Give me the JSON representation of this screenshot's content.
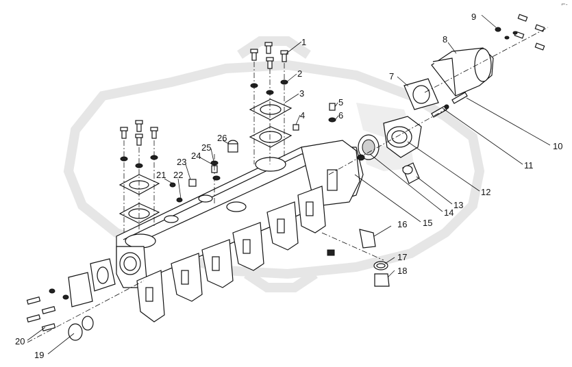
{
  "corner_mark": "⌐-",
  "callouts": [
    {
      "id": "1",
      "label": "1"
    },
    {
      "id": "2",
      "label": "2"
    },
    {
      "id": "3",
      "label": "3"
    },
    {
      "id": "4",
      "label": "4"
    },
    {
      "id": "5",
      "label": "5"
    },
    {
      "id": "6",
      "label": "6"
    },
    {
      "id": "7",
      "label": "7"
    },
    {
      "id": "8",
      "label": "8"
    },
    {
      "id": "9",
      "label": "9"
    },
    {
      "id": "10",
      "label": "10"
    },
    {
      "id": "11",
      "label": "11"
    },
    {
      "id": "12",
      "label": "12"
    },
    {
      "id": "13",
      "label": "13"
    },
    {
      "id": "14",
      "label": "14"
    },
    {
      "id": "15",
      "label": "15"
    },
    {
      "id": "16",
      "label": "16"
    },
    {
      "id": "17",
      "label": "17"
    },
    {
      "id": "18",
      "label": "18"
    },
    {
      "id": "19",
      "label": "19"
    },
    {
      "id": "20",
      "label": "20"
    },
    {
      "id": "21",
      "label": "21"
    },
    {
      "id": "22",
      "label": "22"
    },
    {
      "id": "23",
      "label": "23"
    },
    {
      "id": "24",
      "label": "24"
    },
    {
      "id": "25",
      "label": "25"
    },
    {
      "id": "26",
      "label": "26"
    }
  ]
}
